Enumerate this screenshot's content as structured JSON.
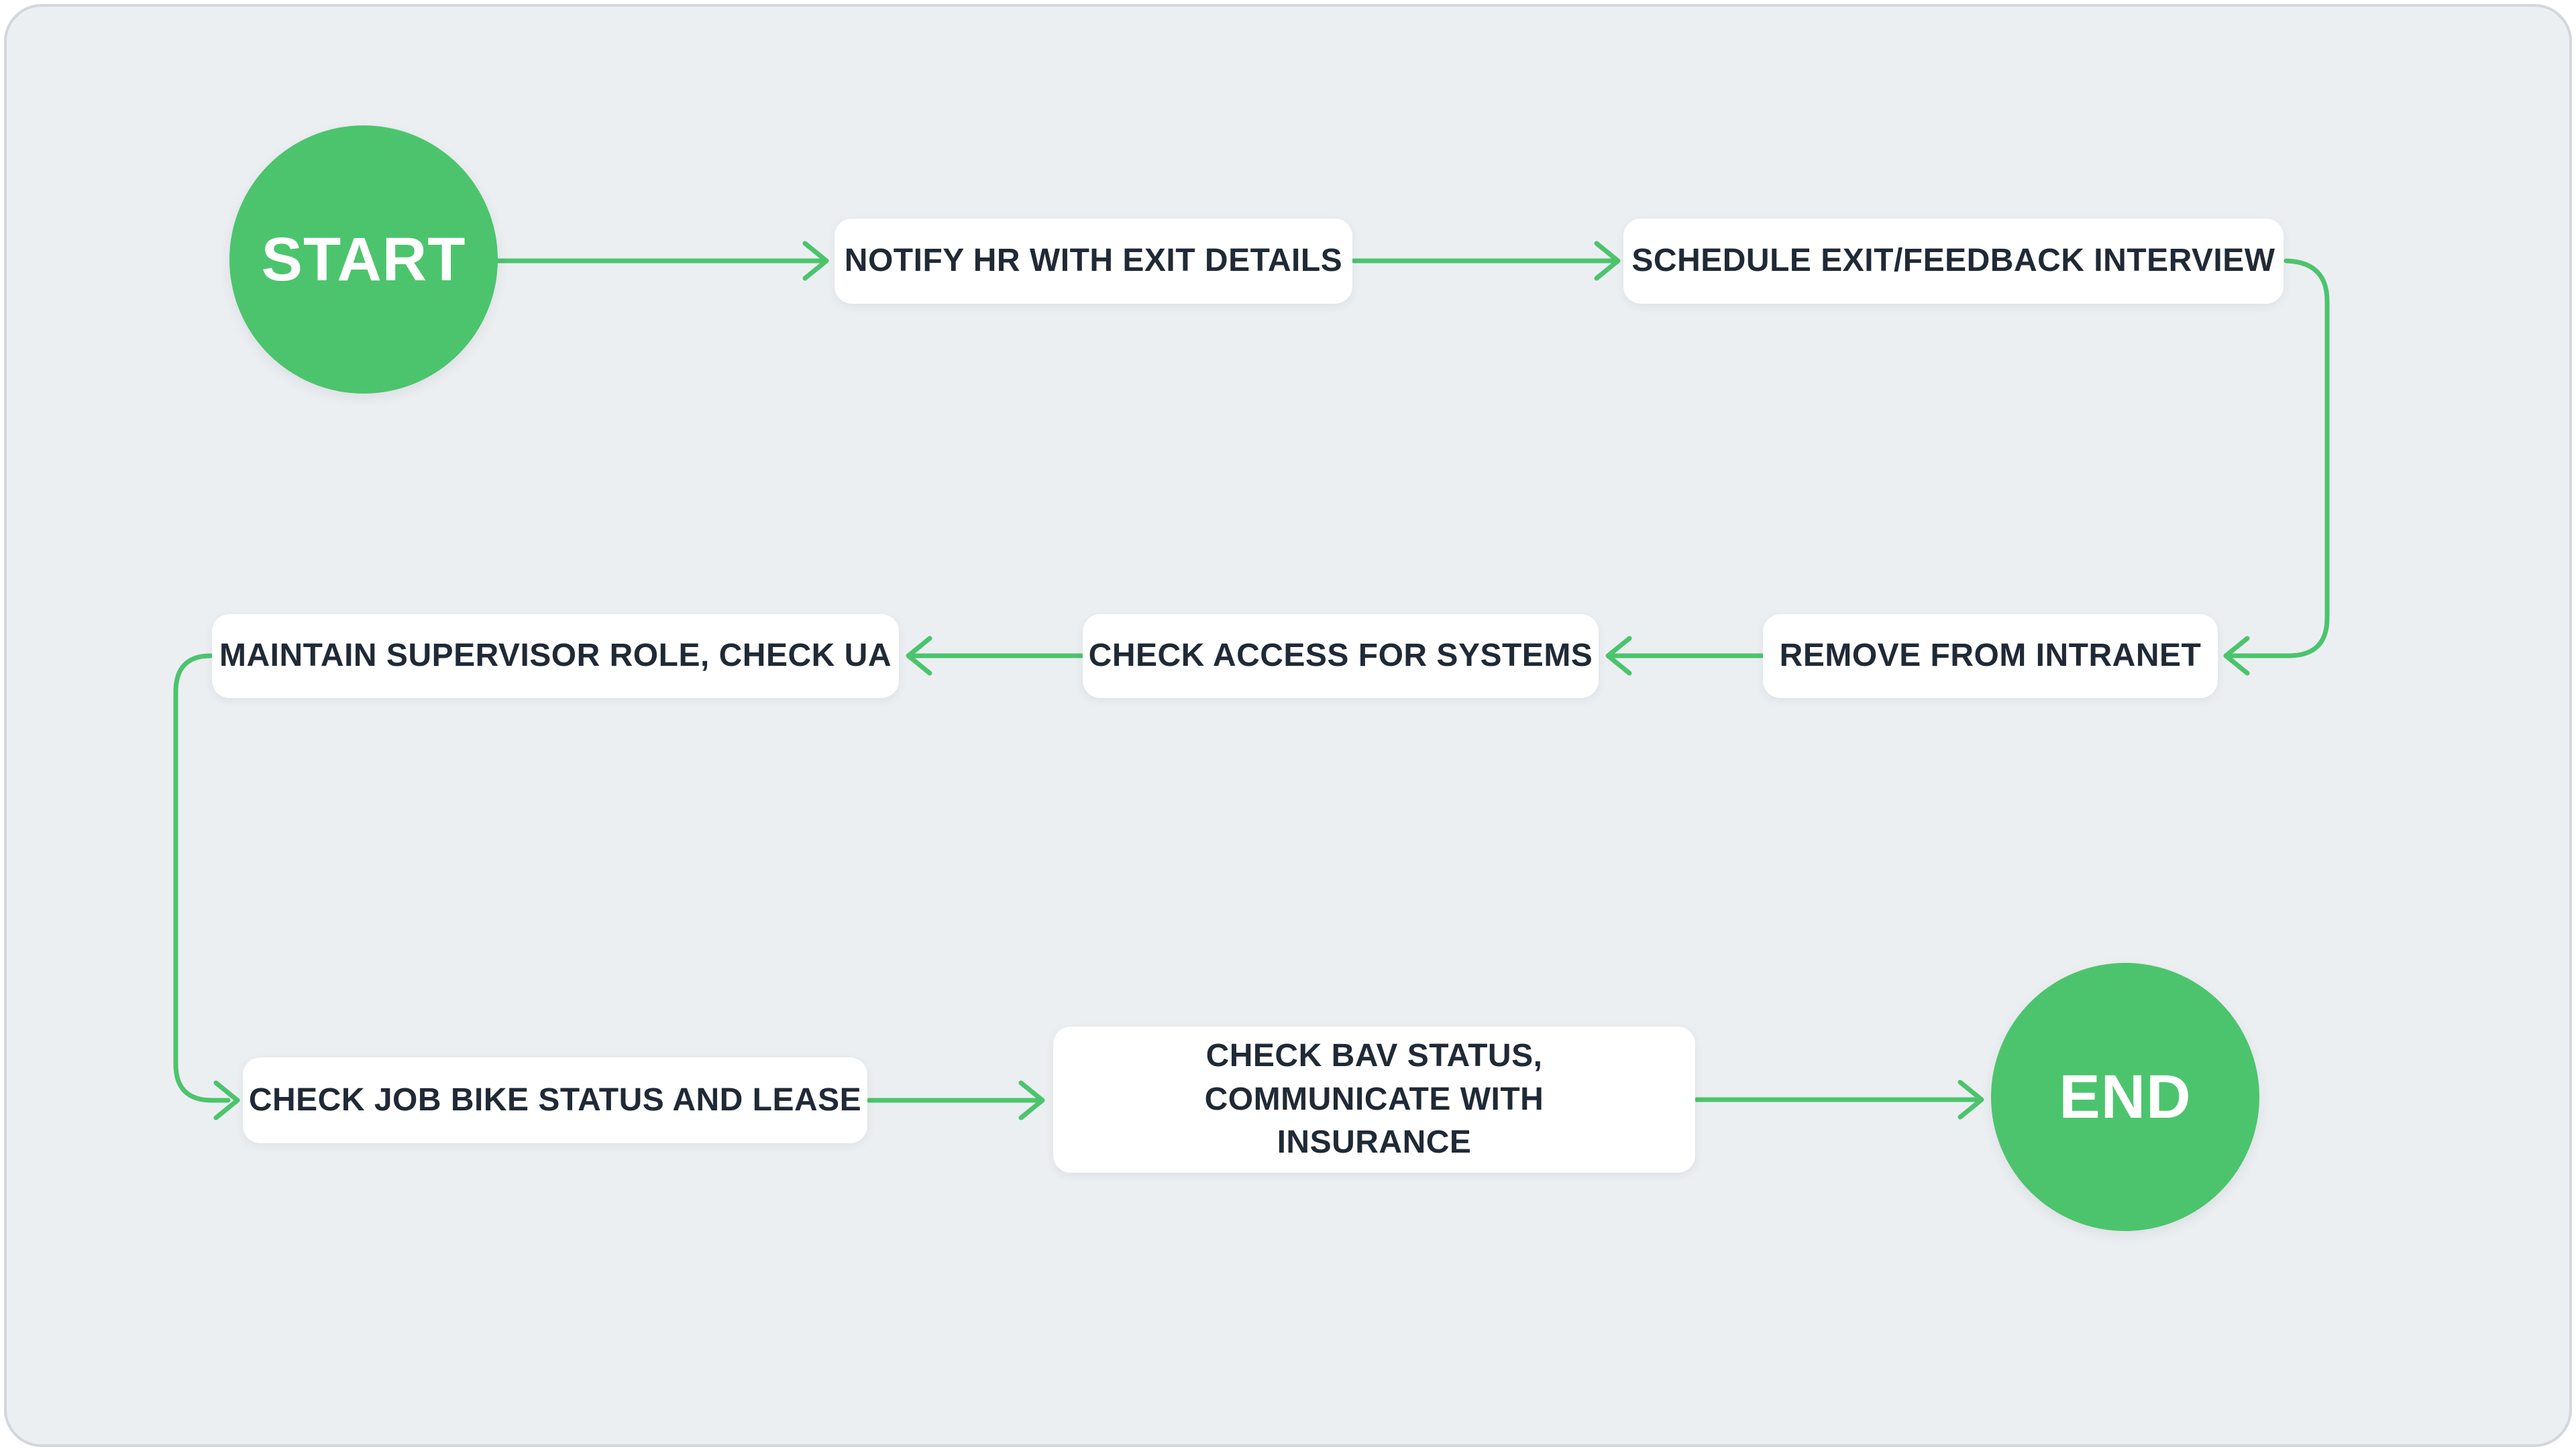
{
  "diagram": {
    "type": "flowchart",
    "nodes": [
      {
        "id": "start",
        "kind": "terminal",
        "label": "START"
      },
      {
        "id": "notify-hr",
        "kind": "process",
        "label": "NOTIFY HR WITH EXIT DETAILS"
      },
      {
        "id": "schedule-interview",
        "kind": "process",
        "label": "SCHEDULE EXIT/FEEDBACK INTERVIEW"
      },
      {
        "id": "remove-intranet",
        "kind": "process",
        "label": "REMOVE FROM INTRANET"
      },
      {
        "id": "check-access",
        "kind": "process",
        "label": "CHECK ACCESS FOR SYSTEMS"
      },
      {
        "id": "maintain-supervisor",
        "kind": "process",
        "label": "MAINTAIN SUPERVISOR ROLE, CHECK UA"
      },
      {
        "id": "check-job-bike",
        "kind": "process",
        "label": "CHECK JOB BIKE STATUS AND LEASE"
      },
      {
        "id": "check-bav",
        "kind": "process",
        "label": "CHECK BAV STATUS, COMMUNICATE WITH INSURANCE"
      },
      {
        "id": "end",
        "kind": "terminal",
        "label": "END"
      }
    ],
    "edges": [
      {
        "from": "start",
        "to": "notify-hr"
      },
      {
        "from": "notify-hr",
        "to": "schedule-interview"
      },
      {
        "from": "schedule-interview",
        "to": "remove-intranet"
      },
      {
        "from": "remove-intranet",
        "to": "check-access"
      },
      {
        "from": "check-access",
        "to": "maintain-supervisor"
      },
      {
        "from": "maintain-supervisor",
        "to": "check-job-bike"
      },
      {
        "from": "check-job-bike",
        "to": "check-bav"
      },
      {
        "from": "check-bav",
        "to": "end"
      }
    ],
    "colors": {
      "accent": "#4cc46d",
      "canvas": "#eceff2",
      "node_fill": "#ffffff",
      "node_text": "#202a36",
      "frame_border": "#d3d7db",
      "terminal_text": "#ffffff"
    }
  }
}
